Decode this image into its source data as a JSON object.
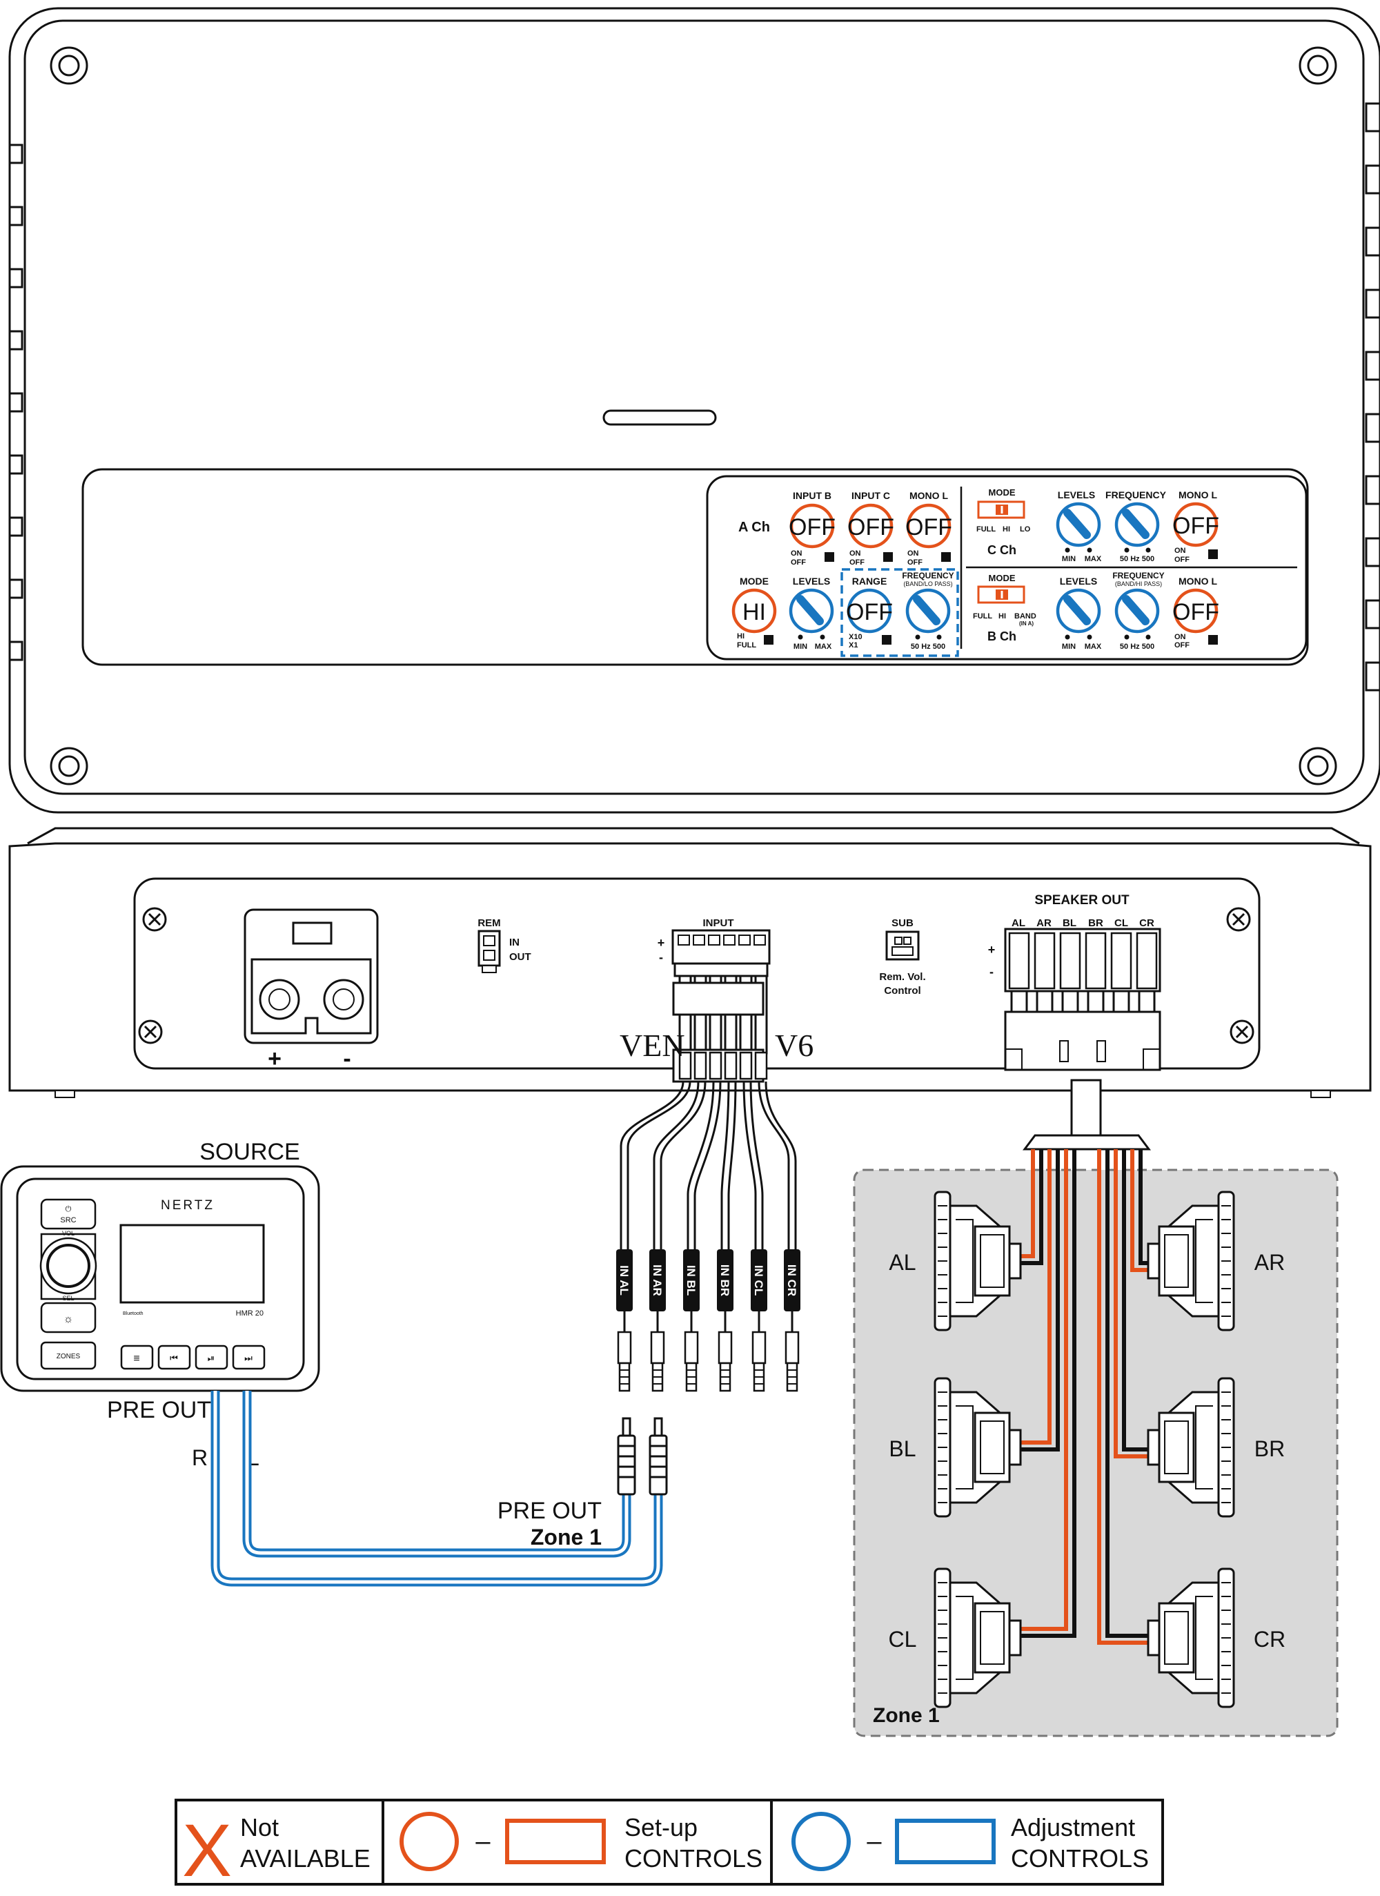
{
  "amp_top": {
    "a_ch": "A Ch",
    "b_ch": "B Ch",
    "c_ch": "C Ch",
    "input_b": "INPUT B",
    "input_c": "INPUT C",
    "mono_l": "MONO L",
    "on": "ON",
    "off_small": "OFF",
    "off_knob": "OFF",
    "mode": "MODE",
    "hi_knob": "HI",
    "hi": "HI",
    "full": "FULL",
    "lo": "LO",
    "band": "BAND",
    "in_a": "(IN A)",
    "levels": "LEVELS",
    "min": "MIN",
    "max": "MAX",
    "range": "RANGE",
    "x10": "X10",
    "x1": "X1",
    "frequency": "FREQUENCY",
    "band_lo_pass": "(BAND/LO PASS)",
    "band_hi_pass": "(BAND/HI PASS)",
    "hz_range": "50 Hz 500"
  },
  "amp_front": {
    "rem": "REM",
    "rem_in": "IN",
    "rem_out": "OUT",
    "input": "INPUT",
    "plus": "+",
    "minus": "-",
    "sub": "SUB",
    "rem_vol_1": "Rem. Vol.",
    "rem_vol_2": "Control",
    "speaker_out": "SPEAKER OUT",
    "speaker_channels": [
      "AL",
      "AR",
      "BL",
      "BR",
      "CL",
      "CR"
    ],
    "brand_left": "VEN",
    "brand_right": "V6",
    "power_plus": "+",
    "power_minus": "-"
  },
  "rca_labels": [
    "IN AL",
    "IN AR",
    "IN BL",
    "IN BR",
    "IN CL",
    "IN CR"
  ],
  "source": {
    "title": "SOURCE",
    "brand": "NERTZ",
    "src": "SRC",
    "vol": "VOL",
    "sel": "SEL",
    "zones": "ZONES",
    "bluetooth": "Bluetooth",
    "model": "HMR 20",
    "pre_out": "PRE OUT",
    "r": "R",
    "l": "L"
  },
  "pre_out_zone": {
    "line1": "PRE OUT",
    "line2": "Zone 1"
  },
  "zone": {
    "title": "Zone 1",
    "speakers": {
      "al": "AL",
      "ar": "AR",
      "bl": "BL",
      "br": "BR",
      "cl": "CL",
      "cr": "CR"
    }
  },
  "legend": {
    "x_mark": "X",
    "not": "Not",
    "available": "AVAILABLE",
    "dash": "–",
    "setup1": "Set-up",
    "setup2": "CONTROLS",
    "adjust1": "Adjustment",
    "adjust2": "CONTROLS"
  },
  "colors": {
    "setup": "#e4521b",
    "adjust": "#1976c0",
    "ink": "#111111",
    "zone_fill": "#d9d9d9"
  }
}
